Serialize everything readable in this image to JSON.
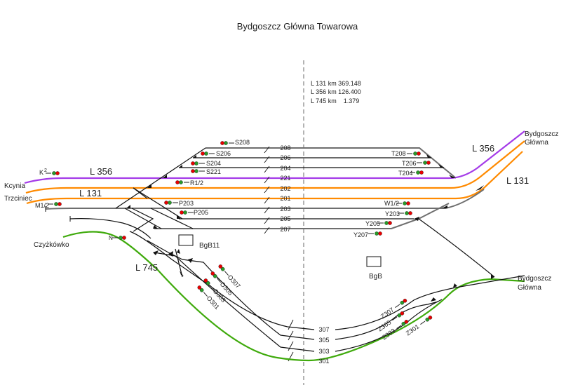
{
  "title": "Bydgoszcz Główna Towarowa",
  "km_info": [
    "L 131 km 369.148",
    "L 356 km 126.400",
    "L 745 km    1.379"
  ],
  "colors": {
    "line_356": "#a43be8",
    "line_131": "#ff8a00",
    "line_745": "#3faa0c",
    "track": "#111111",
    "siding": "#6e6e6e",
    "signal_red": "#e80000",
    "signal_green": "#2a9a2a",
    "axis_dashed": "#9a9a9a"
  },
  "lines": {
    "l356_left": "L 356",
    "l131_left": "L 131",
    "l745": "L 745",
    "l356_right": "L 356",
    "l131_right": "L 131"
  },
  "destinations": {
    "kcynia": "Kcynia",
    "trzciniec": "Trzciniec",
    "czyzkowko": "Czyżkówko",
    "bydgoszcz_top_1": "Bydgoszcz",
    "bydgoszcz_top_2": "Główna",
    "bydgoszcz_bottom_1": "Bydgoszcz",
    "bydgoszcz_bottom_2": "Główna"
  },
  "stations": {
    "bgb11": "BgB11",
    "bgb": "BgB"
  },
  "tracks": [
    "208",
    "206",
    "204",
    "221",
    "202",
    "201",
    "203",
    "205",
    "207",
    "307",
    "305",
    "303",
    "301"
  ],
  "signals": {
    "k2": "K",
    "k2_sup": "2",
    "m12": "M1/2",
    "n": "N",
    "s208": "S208",
    "s206": "S206",
    "s204": "S204",
    "s221": "S221",
    "r12": "R1/2",
    "p203": "P203",
    "p205": "P205",
    "t208": "T208",
    "t206": "T206",
    "t204": "T204",
    "w12": "W1/2",
    "y203": "Y203",
    "y205": "Y205",
    "y207": "Y207",
    "o307": "O307",
    "o305": "O305",
    "o303": "O303",
    "o301": "O301",
    "z307": "Z307",
    "z305": "Z305",
    "z303": "Z303",
    "z301": "Z301"
  }
}
